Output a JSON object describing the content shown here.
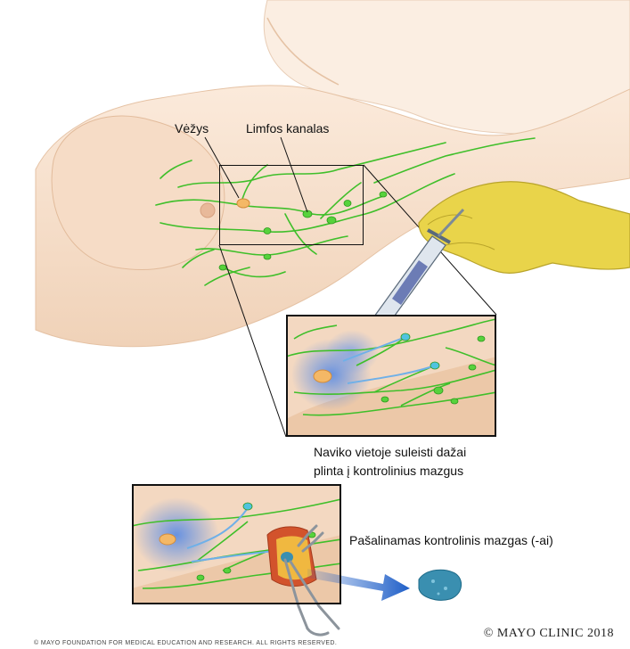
{
  "labels": {
    "cancer": "Vėžys",
    "lymph_channel": "Limfos kanalas"
  },
  "captions": {
    "dye_line1": "Naviko vietoje suleisti dažai",
    "dye_line2": "plinta į kontrolinius mazgus",
    "node_removed": "Pašalinamas kontrolinis mazgas (-ai)"
  },
  "copyright": {
    "main": "© MAYO CLINIC 2018",
    "small": "© MAYO FOUNDATION FOR MEDICAL EDUCATION AND RESEARCH. ALL RIGHTS RESERVED."
  },
  "colors": {
    "skin": "#f7e2cf",
    "skin_shadow": "#ebc6a8",
    "lymph": "#3fbf2a",
    "dye": "#5a8fe6",
    "glove": "#e9d44a",
    "arrow": "#1f5fc8",
    "node_removed": "#3a8fb0"
  }
}
